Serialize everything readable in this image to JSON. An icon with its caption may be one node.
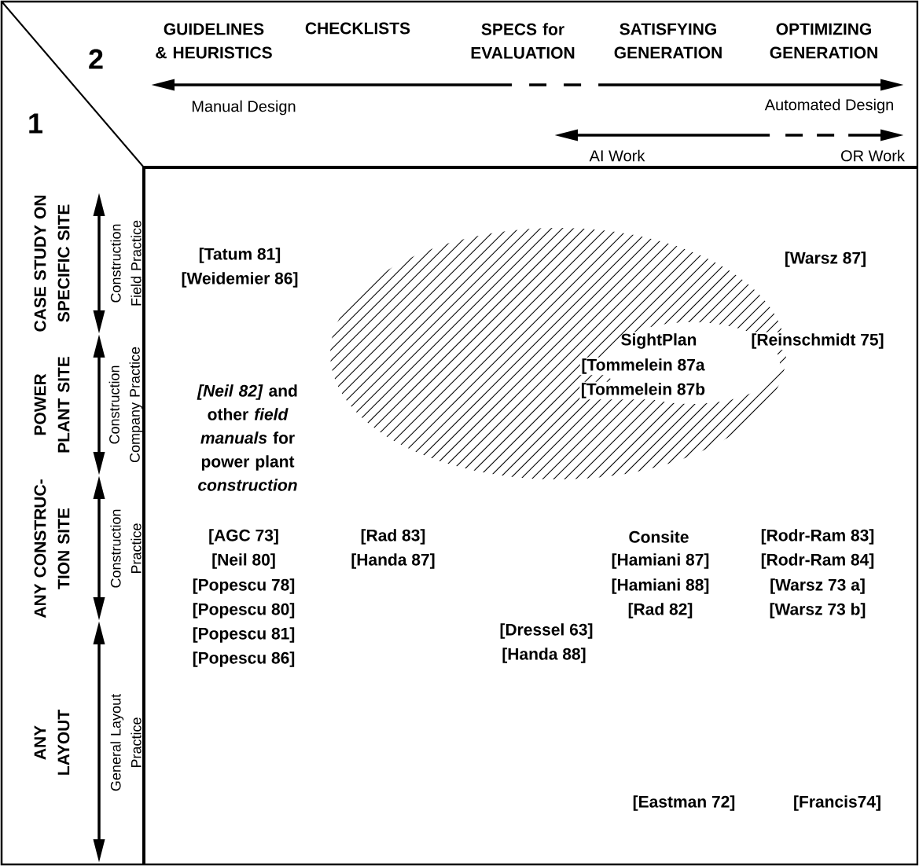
{
  "diagram": {
    "labels": [
      "2",
      "GUIDELINES & HEURISTICS",
      "CHECKLISTS",
      "SPECS for EVALUATION",
      "SATISFYING GENERATION",
      "OPTIMIZING GENERATION",
      "Manual Design",
      "Automated Design",
      "AI Work",
      "OR Work",
      "1",
      "CASE STUDY ON SPECIFIC SITE",
      "Construction Field Practice",
      "POWER PLANT SITE",
      "Construction Company Practice",
      "ANY CONSTRUC-TION SITE",
      "Construction Practice",
      "ANY LAYOUT",
      "General Layout Practice",
      "[Tatum 81]",
      "[Weidemier 86]",
      "[Warsz 87]",
      "SightPlan",
      "[Reinschmidt 75]",
      "[Tommelein 87a",
      "[Tommelein 87b",
      "*[Neil 82]* and other *field manuals* for power plant *construction*",
      "[AGC 73]",
      "[Rad 83]",
      "Consite",
      "[Rodr-Ram 83]",
      "[Neil 80]",
      "[Handa 87]",
      "[Hamiani 87]",
      "[Rodr-Ram 84]",
      "[Popescu 78]",
      "[Hamiani 88]",
      "[Warsz 73 a]",
      "[Popescu 80]",
      "[Rad 82]",
      "[Warsz 73 b]",
      "[Popescu 81]",
      "[Dressel 63]",
      "[Popescu 86]",
      "[Handa 88]",
      "[Eastman 72]",
      "[Francis74]"
    ]
  }
}
